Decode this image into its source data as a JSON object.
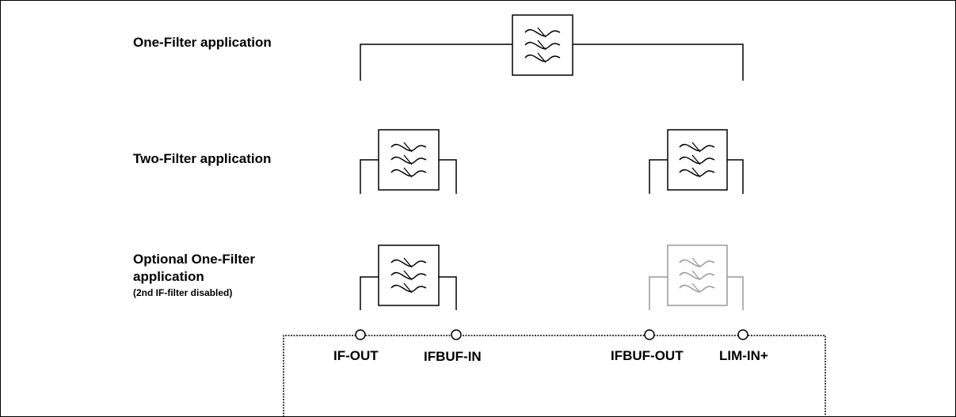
{
  "labels": {
    "one_filter": "One-Filter application",
    "two_filter": "Two-Filter application",
    "optional_line1": "Optional One-Filter",
    "optional_line2": "application",
    "optional_note": "(2nd IF-filter disabled)"
  },
  "pins": [
    "IF-OUT",
    "IFBUF-IN",
    "IFBUF-OUT",
    "LIM-IN+"
  ],
  "colors": {
    "line": "#000000",
    "disabled": "#999999",
    "background": "#ffffff"
  },
  "icons": {
    "filter": "bandpass-filter-symbol",
    "pin": "pin-circle"
  }
}
